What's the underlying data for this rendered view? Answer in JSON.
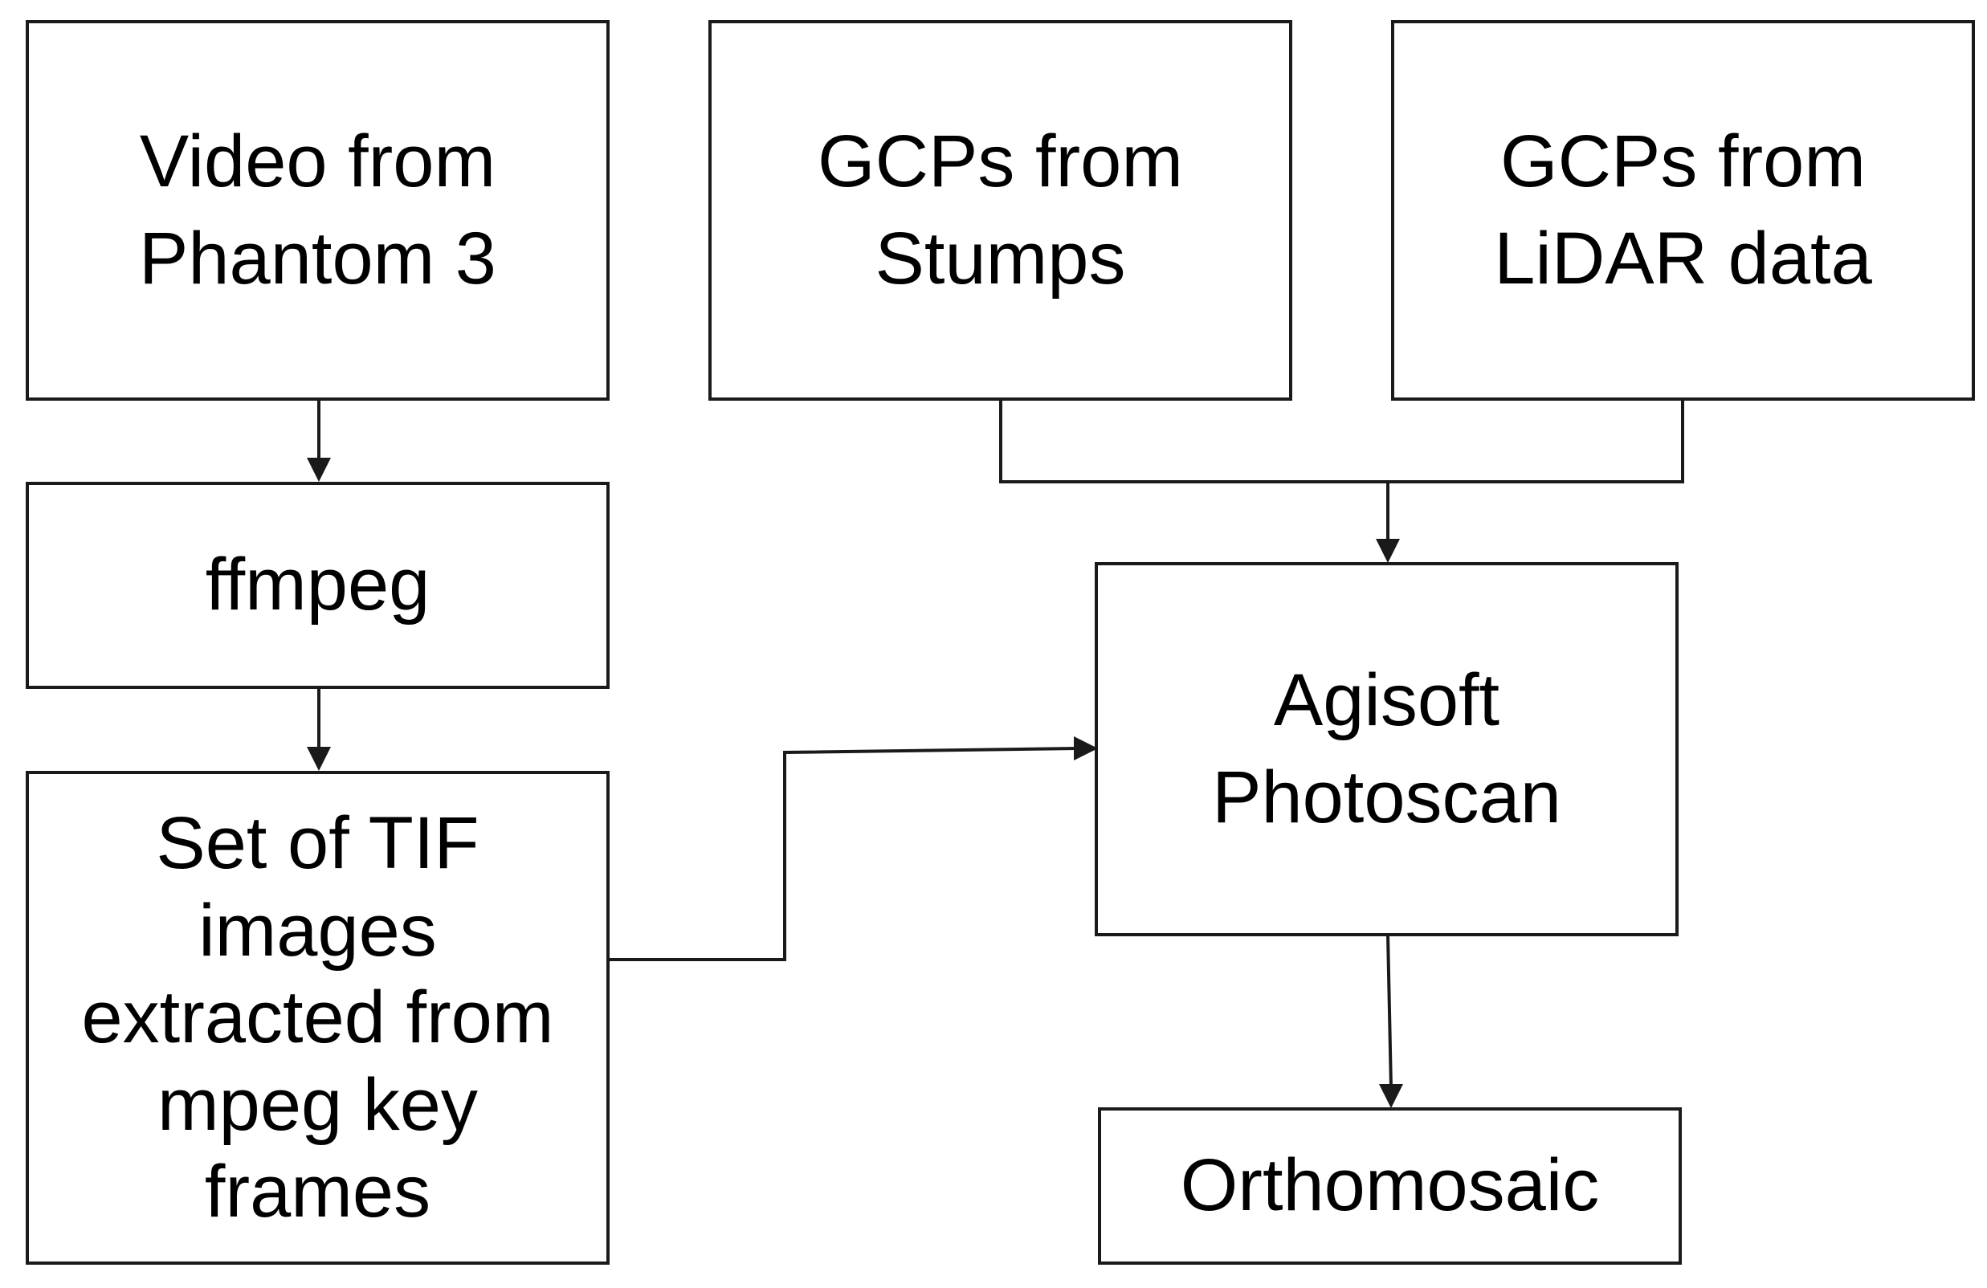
{
  "nodes": {
    "video_source": "Video from\nPhantom 3",
    "gcps_stumps": "GCPs from\nStumps",
    "gcps_lidar": "GCPs from\nLiDAR data",
    "ffmpeg": "ffmpeg",
    "tif_images": "Set of TIF\nimages\nextracted from\nmpeg key\nframes",
    "photoscan": "Agisoft\nPhotoscan",
    "orthomosaic": "Orthomosaic"
  },
  "edges": [
    {
      "from": "Video from Phantom 3",
      "to": "ffmpeg"
    },
    {
      "from": "ffmpeg",
      "to": "Set of TIF images extracted from mpeg key frames"
    },
    {
      "from": "Set of TIF images extracted from mpeg key frames",
      "to": "Agisoft Photoscan"
    },
    {
      "from": "GCPs from Stumps",
      "to": "Agisoft Photoscan"
    },
    {
      "from": "GCPs from LiDAR data",
      "to": "Agisoft Photoscan"
    },
    {
      "from": "Agisoft Photoscan",
      "to": "Orthomosaic"
    }
  ]
}
